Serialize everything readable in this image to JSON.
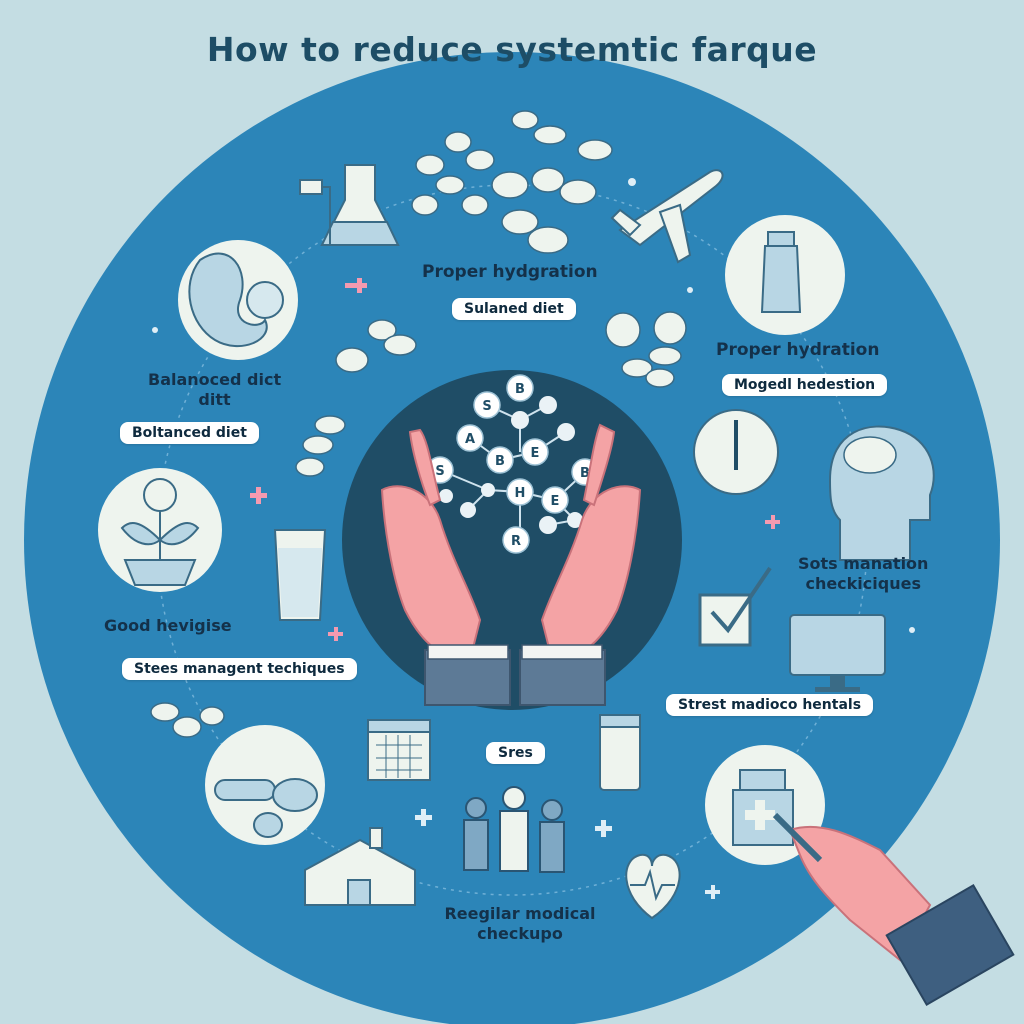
{
  "title": "How to reduce systemtic farque",
  "colors": {
    "page_bg": "#c4dde3",
    "circle_bg": "#2c85b8",
    "center_bg": "#1f4d66",
    "title_color": "#1d4d66",
    "icon_fill": "#eef4ee",
    "skin": "#f4a3a5",
    "accent_pink": "#f49ab0"
  },
  "labels": {
    "proper_hydration_top": "Proper hydgration",
    "balanced_diet_pill_top": "Sulaned diet",
    "proper_hydration_right": "Proper hydration",
    "mogedl_pill": "Mogedl hedestion",
    "balanced_diet_line1": "Balanoced dict",
    "balanced_diet_line2": "ditt",
    "balanced_diet_pill": "Boltanced diet",
    "good_hygiene": "Good hevigise",
    "stress_pill": "Stees managent techiques",
    "sots_line1": "Sots manation",
    "sots_line2": "checkiciques",
    "street_pill": "Strest madioco hentals",
    "sres_pill": "Sres",
    "regular_line1": "Reegilar modical",
    "regular_line2": "checkupo"
  },
  "molecule_letters": [
    "S",
    "B",
    "A",
    "S",
    "B",
    "E",
    "B",
    "H",
    "E",
    "R"
  ],
  "icons": [
    "flask-icon",
    "pills-icon",
    "airplane-icon",
    "bottle-icon",
    "stomach-icon",
    "compass-pills-icon",
    "clock-icon",
    "brain-head-icon",
    "plant-bowl-icon",
    "water-glass-icon",
    "checkbox-icon",
    "monitor-icon",
    "calendar-icon",
    "test-tube-icon",
    "medicine-jar-icon",
    "capsules-icon",
    "people-icon",
    "house-icon",
    "heart-pulse-icon",
    "hands-icon",
    "writing-hand-icon"
  ]
}
